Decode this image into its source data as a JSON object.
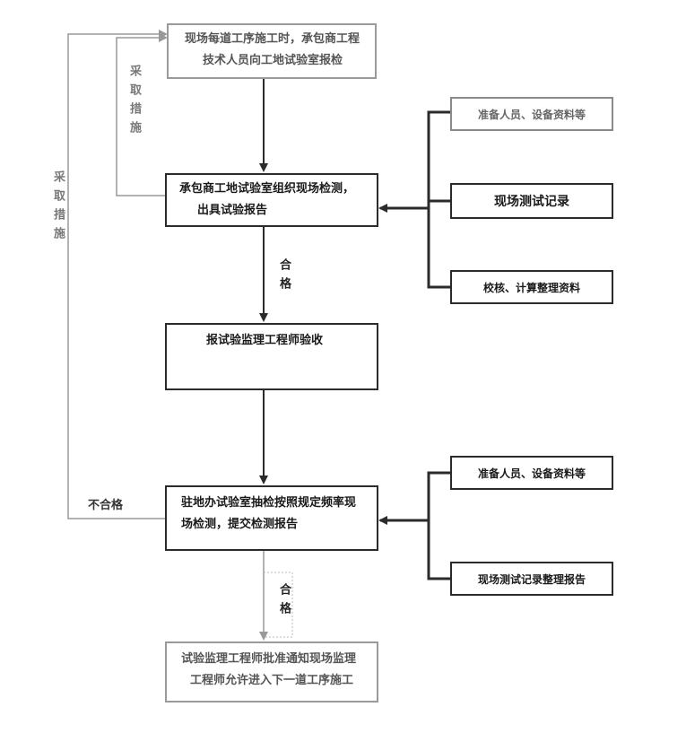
{
  "boxes": {
    "step1": "现场每道工序施工时，承包商工程技术人员向工地试验室报检",
    "step1_line1": "现场每道工序施工时，承包商工程",
    "step1_line2": "技术人员向工地试验室报检",
    "step2_line1": "承包商工地试验室组织现场检测，",
    "step2_line2": "出具试验报告",
    "step3": "报试验监理工程师验收",
    "step4_line1": "驻地办试验室抽检按照规定频率现",
    "step4_line2": "场检测，提交检测报告",
    "step5_line1": "试验监理工程师批准通知现场监理",
    "step5_line2": "工程师允许进入下一道工序施工"
  },
  "side_boxes": {
    "a1": "准备人员、设备资料等",
    "a2": "现场测试记录",
    "a3": "校核、计算整理资料",
    "b1": "准备人员、设备资料等",
    "b2": "现场测试记录整理报告"
  },
  "labels": {
    "pass1": "合格",
    "pass2": "合格",
    "measure_inner": "采取措施",
    "measure_outer": "采取措施",
    "fail": "不合格"
  },
  "colors": {
    "dark": "#2b2b2b",
    "gray": "#9a9a9a"
  }
}
